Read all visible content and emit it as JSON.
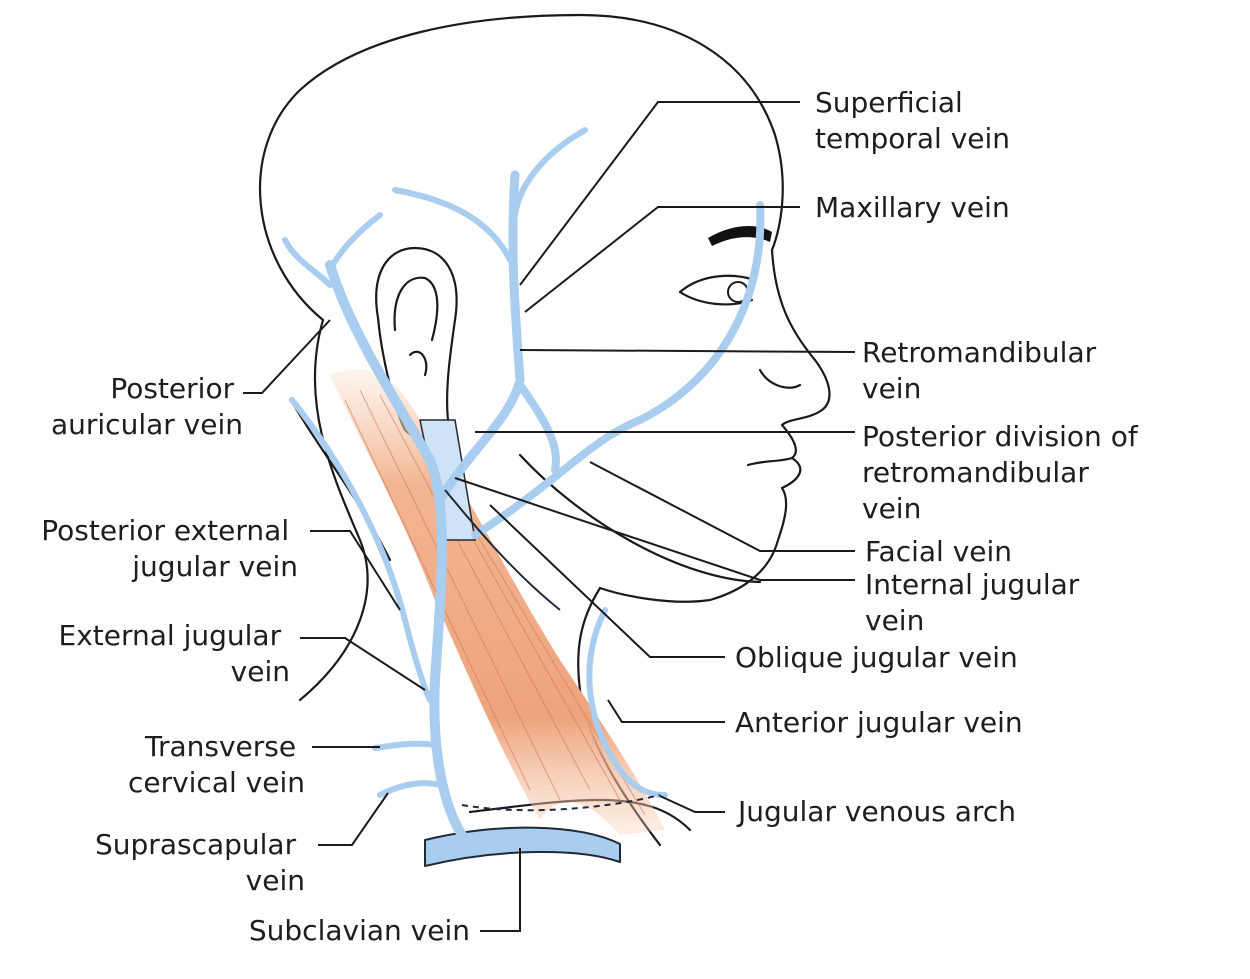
{
  "labels": {
    "superficial_temporal": [
      "Superficial",
      "temporal vein"
    ],
    "maxillary": [
      "Maxillary vein"
    ],
    "retromandibular": [
      "Retromandibular",
      "vein"
    ],
    "posterior_division": [
      "Posterior division of",
      "retromandibular",
      "vein"
    ],
    "facial": [
      "Facial vein"
    ],
    "internal_jugular": [
      "Internal jugular",
      "vein"
    ],
    "oblique_jugular": [
      "Oblique jugular vein"
    ],
    "anterior_jugular": [
      "Anterior jugular vein"
    ],
    "jugular_venous_arch": [
      "Jugular venous arch"
    ],
    "posterior_auricular": [
      "Posterior",
      "auricular vein"
    ],
    "posterior_external_jugular": [
      "Posterior external",
      "jugular vein"
    ],
    "external_jugular": [
      "External jugular",
      "vein"
    ],
    "transverse_cervical": [
      "Transverse",
      "cervical vein"
    ],
    "suprascapular": [
      "Suprascapular",
      "vein"
    ],
    "subclavian": [
      "Subclavian vein"
    ]
  },
  "colors": {
    "vein": "#a9cdef",
    "muscle": "#f2b592",
    "outline": "#1a1a1a"
  }
}
